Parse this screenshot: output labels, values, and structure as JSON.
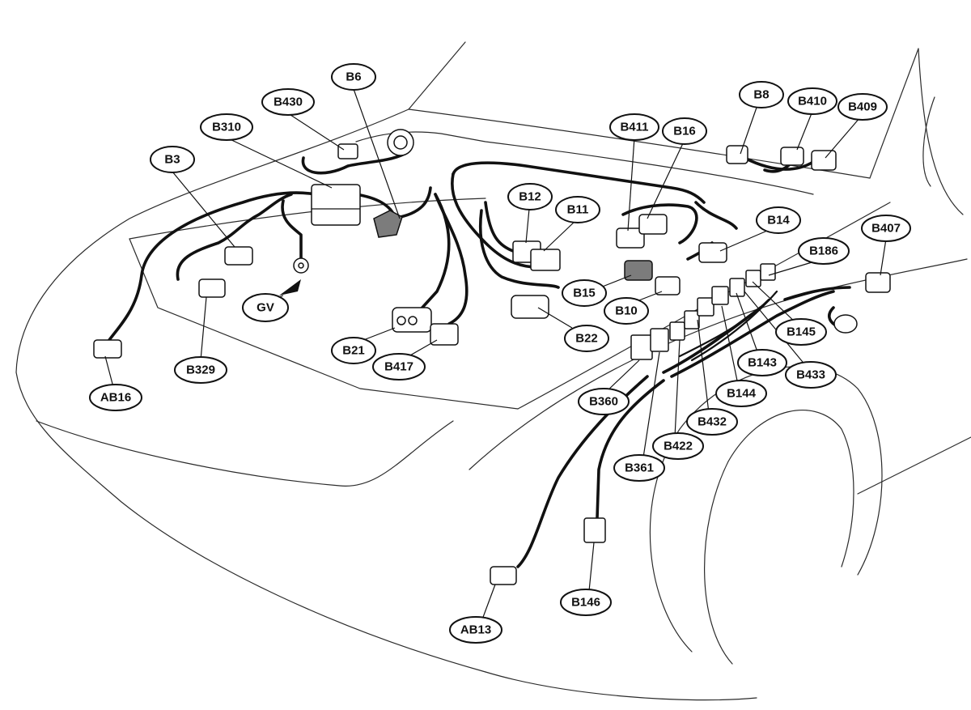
{
  "diagram": {
    "callouts": {
      "B6": "B6",
      "B430": "B430",
      "B310": "B310",
      "B3": "B3",
      "GV": "GV",
      "B329": "B329",
      "AB16": "AB16",
      "B21": "B21",
      "B417": "B417",
      "B411": "B411",
      "B16": "B16",
      "B12": "B12",
      "B11": "B11",
      "B15": "B15",
      "B10": "B10",
      "B22": "B22",
      "B8": "B8",
      "B410": "B410",
      "B409": "B409",
      "B14": "B14",
      "B407": "B407",
      "B186": "B186",
      "B145": "B145",
      "B143": "B143",
      "B433": "B433",
      "B144": "B144",
      "B432": "B432",
      "B360": "B360",
      "B422": "B422",
      "B361": "B361",
      "B146": "B146",
      "AB13": "AB13"
    },
    "colors": {
      "line": "#111111",
      "connector_fill": "#ffffff",
      "connector_dark": "#7c7c7c",
      "background": "#ffffff"
    }
  }
}
